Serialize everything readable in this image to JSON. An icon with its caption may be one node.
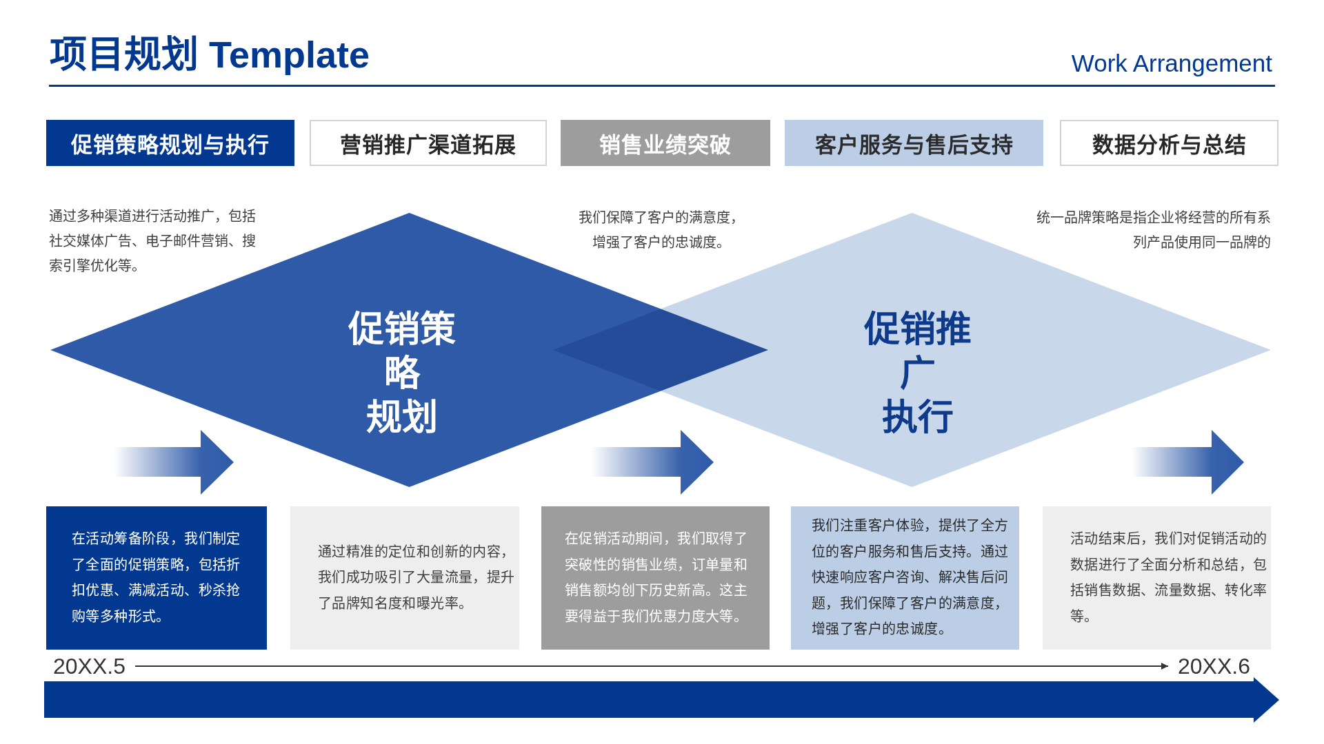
{
  "diagram": {
    "title": "项目规划 Template",
    "nodes": [
      {
        "text": [
          "促销策略规划与执行"
        ]
      },
      {
        "text": [
          "营销推广渠道拓展"
        ]
      },
      {
        "text": [
          "销售业绩突破"
        ]
      },
      {
        "text": [
          "客户服务与售后支持"
        ]
      },
      {
        "text": [
          "数据分析与总结"
        ]
      },
      {
        "text": [
          "促销策略",
          "规划"
        ]
      },
      {
        "text": [
          "促销推广",
          "执行"
        ]
      },
      {
        "text": [
          "在活动筹备阶段，我们制定了全面的促销策略，包括折扣优惠、满减活动、秒杀抢购等多种形式。"
        ]
      },
      {
        "text": [
          "通过精准的定位和创新的内容，我们成功吸引了大量流量，提升了品牌知名度和曝光率。"
        ]
      },
      {
        "text": [
          "在促销活动期间，我们取得了突破性的销售业绩，订单量和销售额均创下历史新高。这主要得益于我们优惠力度大等。"
        ]
      },
      {
        "text": [
          "我们注重客户体验，提供了全方位的客户服务和售后支持。通过快速响应客户咨询、解决售后问题，我们保障了客户的满意度，增强了客户的忠诚度。"
        ]
      },
      {
        "text": [
          "活动结束后，我们对促销活动的数据进行了全面分析和总结，包括销售数据、流量数据、转化率等。"
        ]
      },
      {
        "text": [
          "20XX.5"
        ]
      },
      {
        "text": [
          "20XX.6"
        ]
      }
    ],
    "edges": [
      {
        "from": 12,
        "to": 13,
        "arrow": "to"
      }
    ],
    "labels": [
      "Work Arrangement",
      "通过多种渠道进行活动推广，包括社交媒体广告、电子邮件营销、搜索引擎优化等。",
      "我们保障了客户的满意度，增强了客户的忠诚度。",
      "统一品牌策略是指企业将经营的所有系列产品使用同一品牌的"
    ]
  }
}
